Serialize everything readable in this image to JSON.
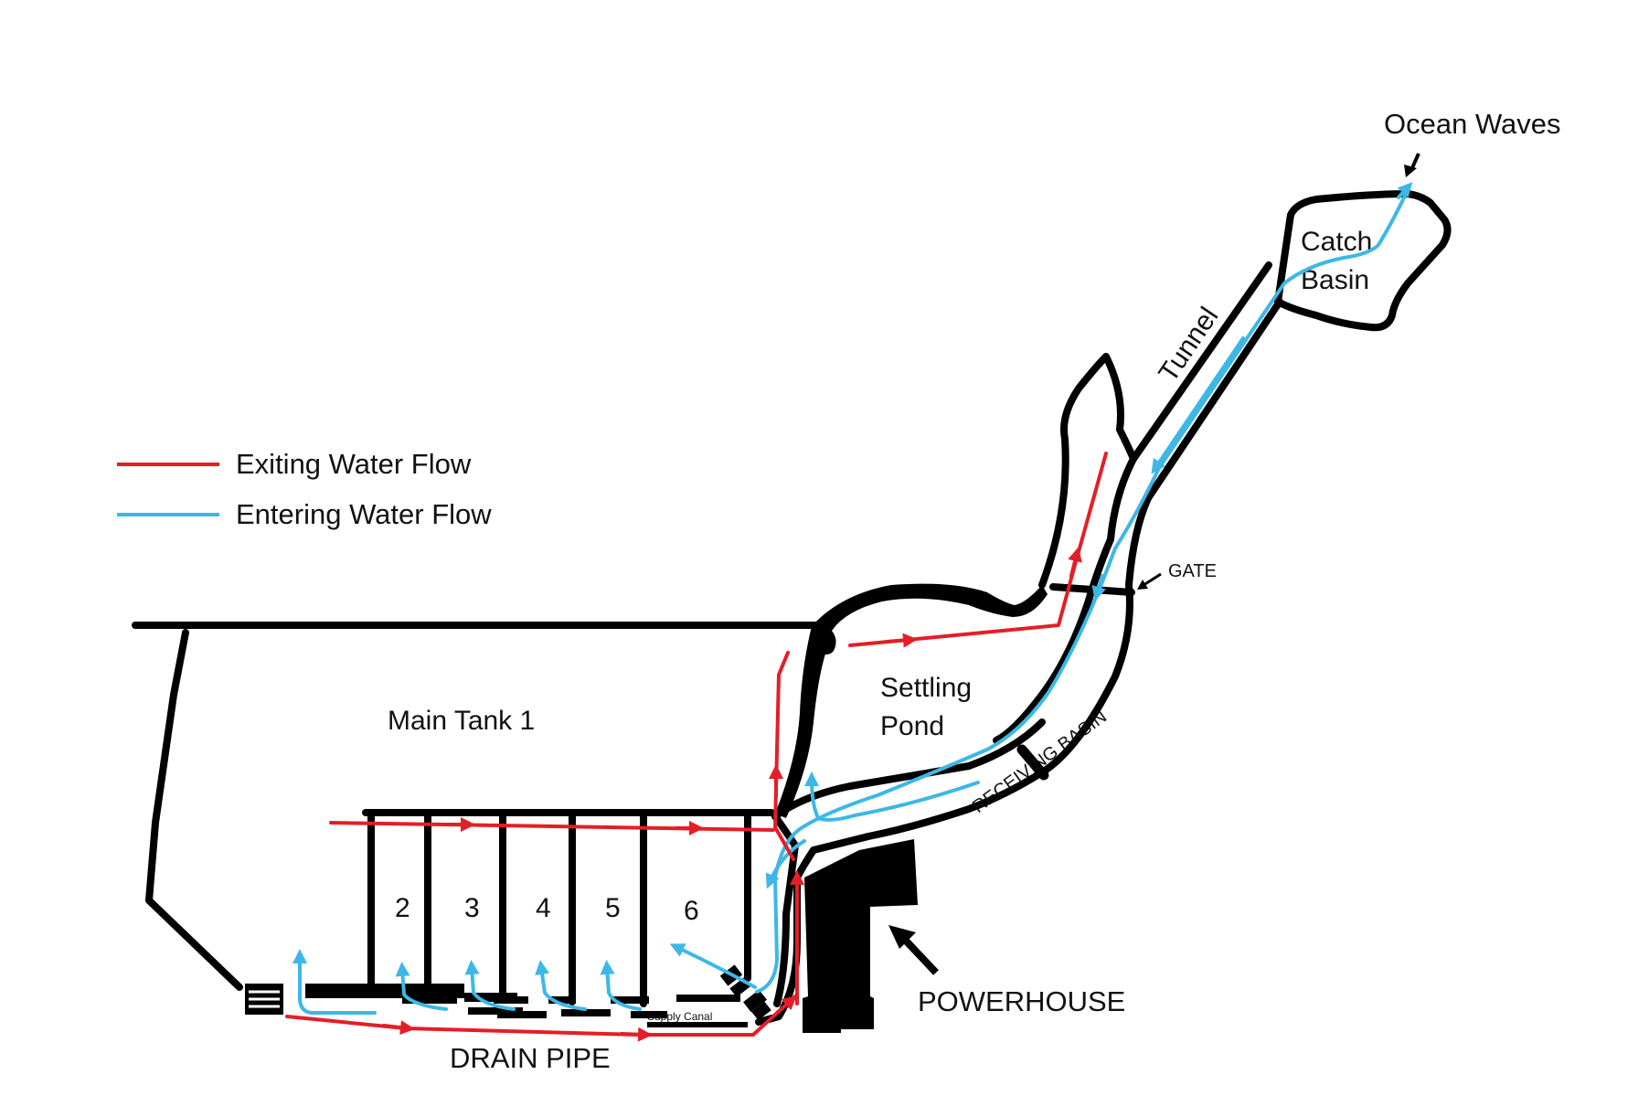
{
  "labels": {
    "ocean_waves": "Ocean Waves",
    "catch_1": "Catch",
    "catch_2": "Basin",
    "tunnel": "Tunnel",
    "gate": "GATE",
    "settling_1": "Settling",
    "settling_2": "Pond",
    "receiving_basin": "RECEIVING BASIN",
    "main_tank": "Main Tank 1",
    "tank_numbers": [
      "2",
      "3",
      "4",
      "5",
      "6"
    ],
    "supply_canal": "Supply Canal",
    "drain_pipe": "DRAIN PIPE",
    "powerhouse": "POWERHOUSE"
  },
  "legend": [
    {
      "label": "Exiting Water Flow",
      "color": "#e41e26"
    },
    {
      "label": "Entering Water Flow",
      "color": "#3db8e6"
    }
  ],
  "colors": {
    "exiting": "#e41e26",
    "entering": "#3db8e6",
    "structure": "#000000"
  }
}
